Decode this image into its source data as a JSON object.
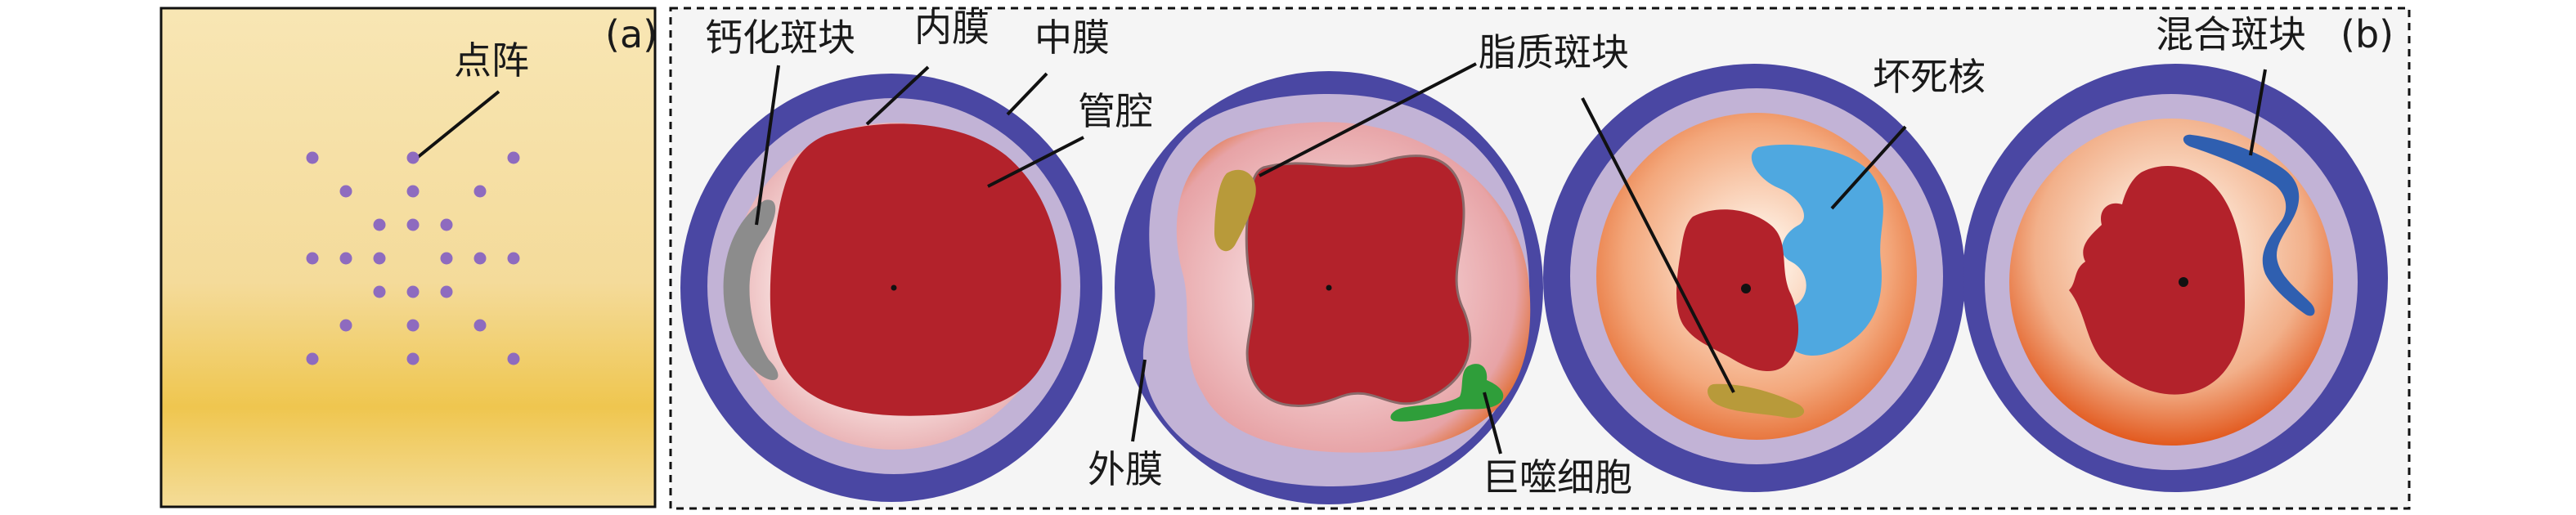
{
  "panel_a": {
    "tag": "(a)",
    "dot_array_label": "点阵"
  },
  "panel_b": {
    "tag": "(b)",
    "labels": {
      "calcified_plaque": "钙化斑块",
      "intima": "内膜",
      "media": "中膜",
      "lumen": "管腔",
      "adventitia": "外膜",
      "lipid_plaque": "脂质斑块",
      "macrophage": "巨噬细胞",
      "necrotic_core": "坏死核",
      "mixed_plaque": "混合斑块"
    }
  },
  "colors": {
    "adventitia": "#4a47a3",
    "media": "#c2b3d6",
    "intima": "#f2d3d6",
    "lumen": "#b3222b",
    "calcified": "#8c8c8c",
    "lipid": "#b89a3a",
    "macrophage": "#2f9e3a",
    "necrotic": "#4fa8e0",
    "mixed": "#2f5fb0",
    "dot": "#8e6bbf",
    "panel_bg": "#f5f5f5"
  }
}
